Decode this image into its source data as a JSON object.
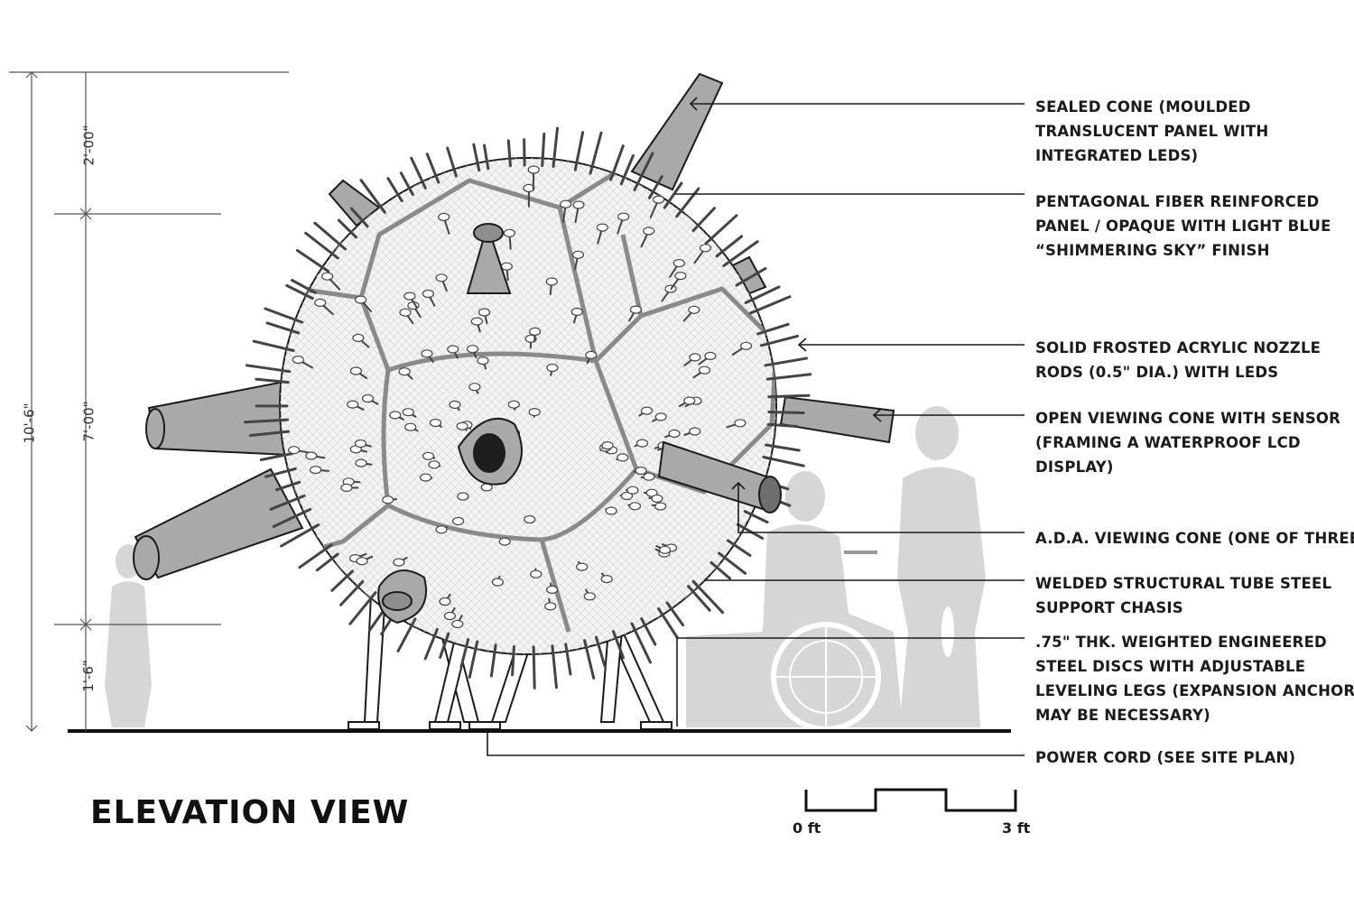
{
  "title": "ELEVATION VIEW",
  "dimensions": {
    "overall": "10'-6\"",
    "top": "2'-00\"",
    "middle": "7'-00\"",
    "bottom": "1'-6\""
  },
  "callouts": [
    {
      "lines": [
        "SEALED CONE (MOULDED",
        "TRANSLUCENT PANEL WITH",
        "INTEGRATED LEDS)"
      ]
    },
    {
      "lines": [
        "PENTAGONAL FIBER REINFORCED",
        "PANEL / OPAQUE WITH LIGHT BLUE",
        "“SHIMMERING SKY”  FINISH"
      ]
    },
    {
      "lines": [
        "SOLID FROSTED ACRYLIC NOZZLE",
        "RODS (0.5\" DIA.) WITH LEDS"
      ]
    },
    {
      "lines": [
        "OPEN VIEWING CONE WITH SENSOR",
        "(FRAMING A WATERPROOF LCD",
        "DISPLAY)"
      ]
    },
    {
      "lines": [
        "A.D.A. VIEWING CONE (ONE OF THREE)"
      ]
    },
    {
      "lines": [
        "WELDED STRUCTURAL TUBE STEEL",
        "SUPPORT CHASIS"
      ]
    },
    {
      "lines": [
        ".75\" THK. WEIGHTED ENGINEERED",
        "STEEL DISCS WITH ADJUSTABLE",
        "LEVELING LEGS (EXPANSION ANCHOR",
        "MAY BE NECESSARY)"
      ]
    },
    {
      "lines": [
        "POWER CORD (SEE SITE PLAN)"
      ]
    }
  ],
  "scale": {
    "start": "0 ft",
    "end": "3 ft"
  },
  "colors": {
    "line": "#1b1b1b",
    "cone": "#a9a9a9",
    "silhouette": "#d6d6d6",
    "sphere": "#f4f4f4",
    "seam": "#8a8a8a"
  }
}
